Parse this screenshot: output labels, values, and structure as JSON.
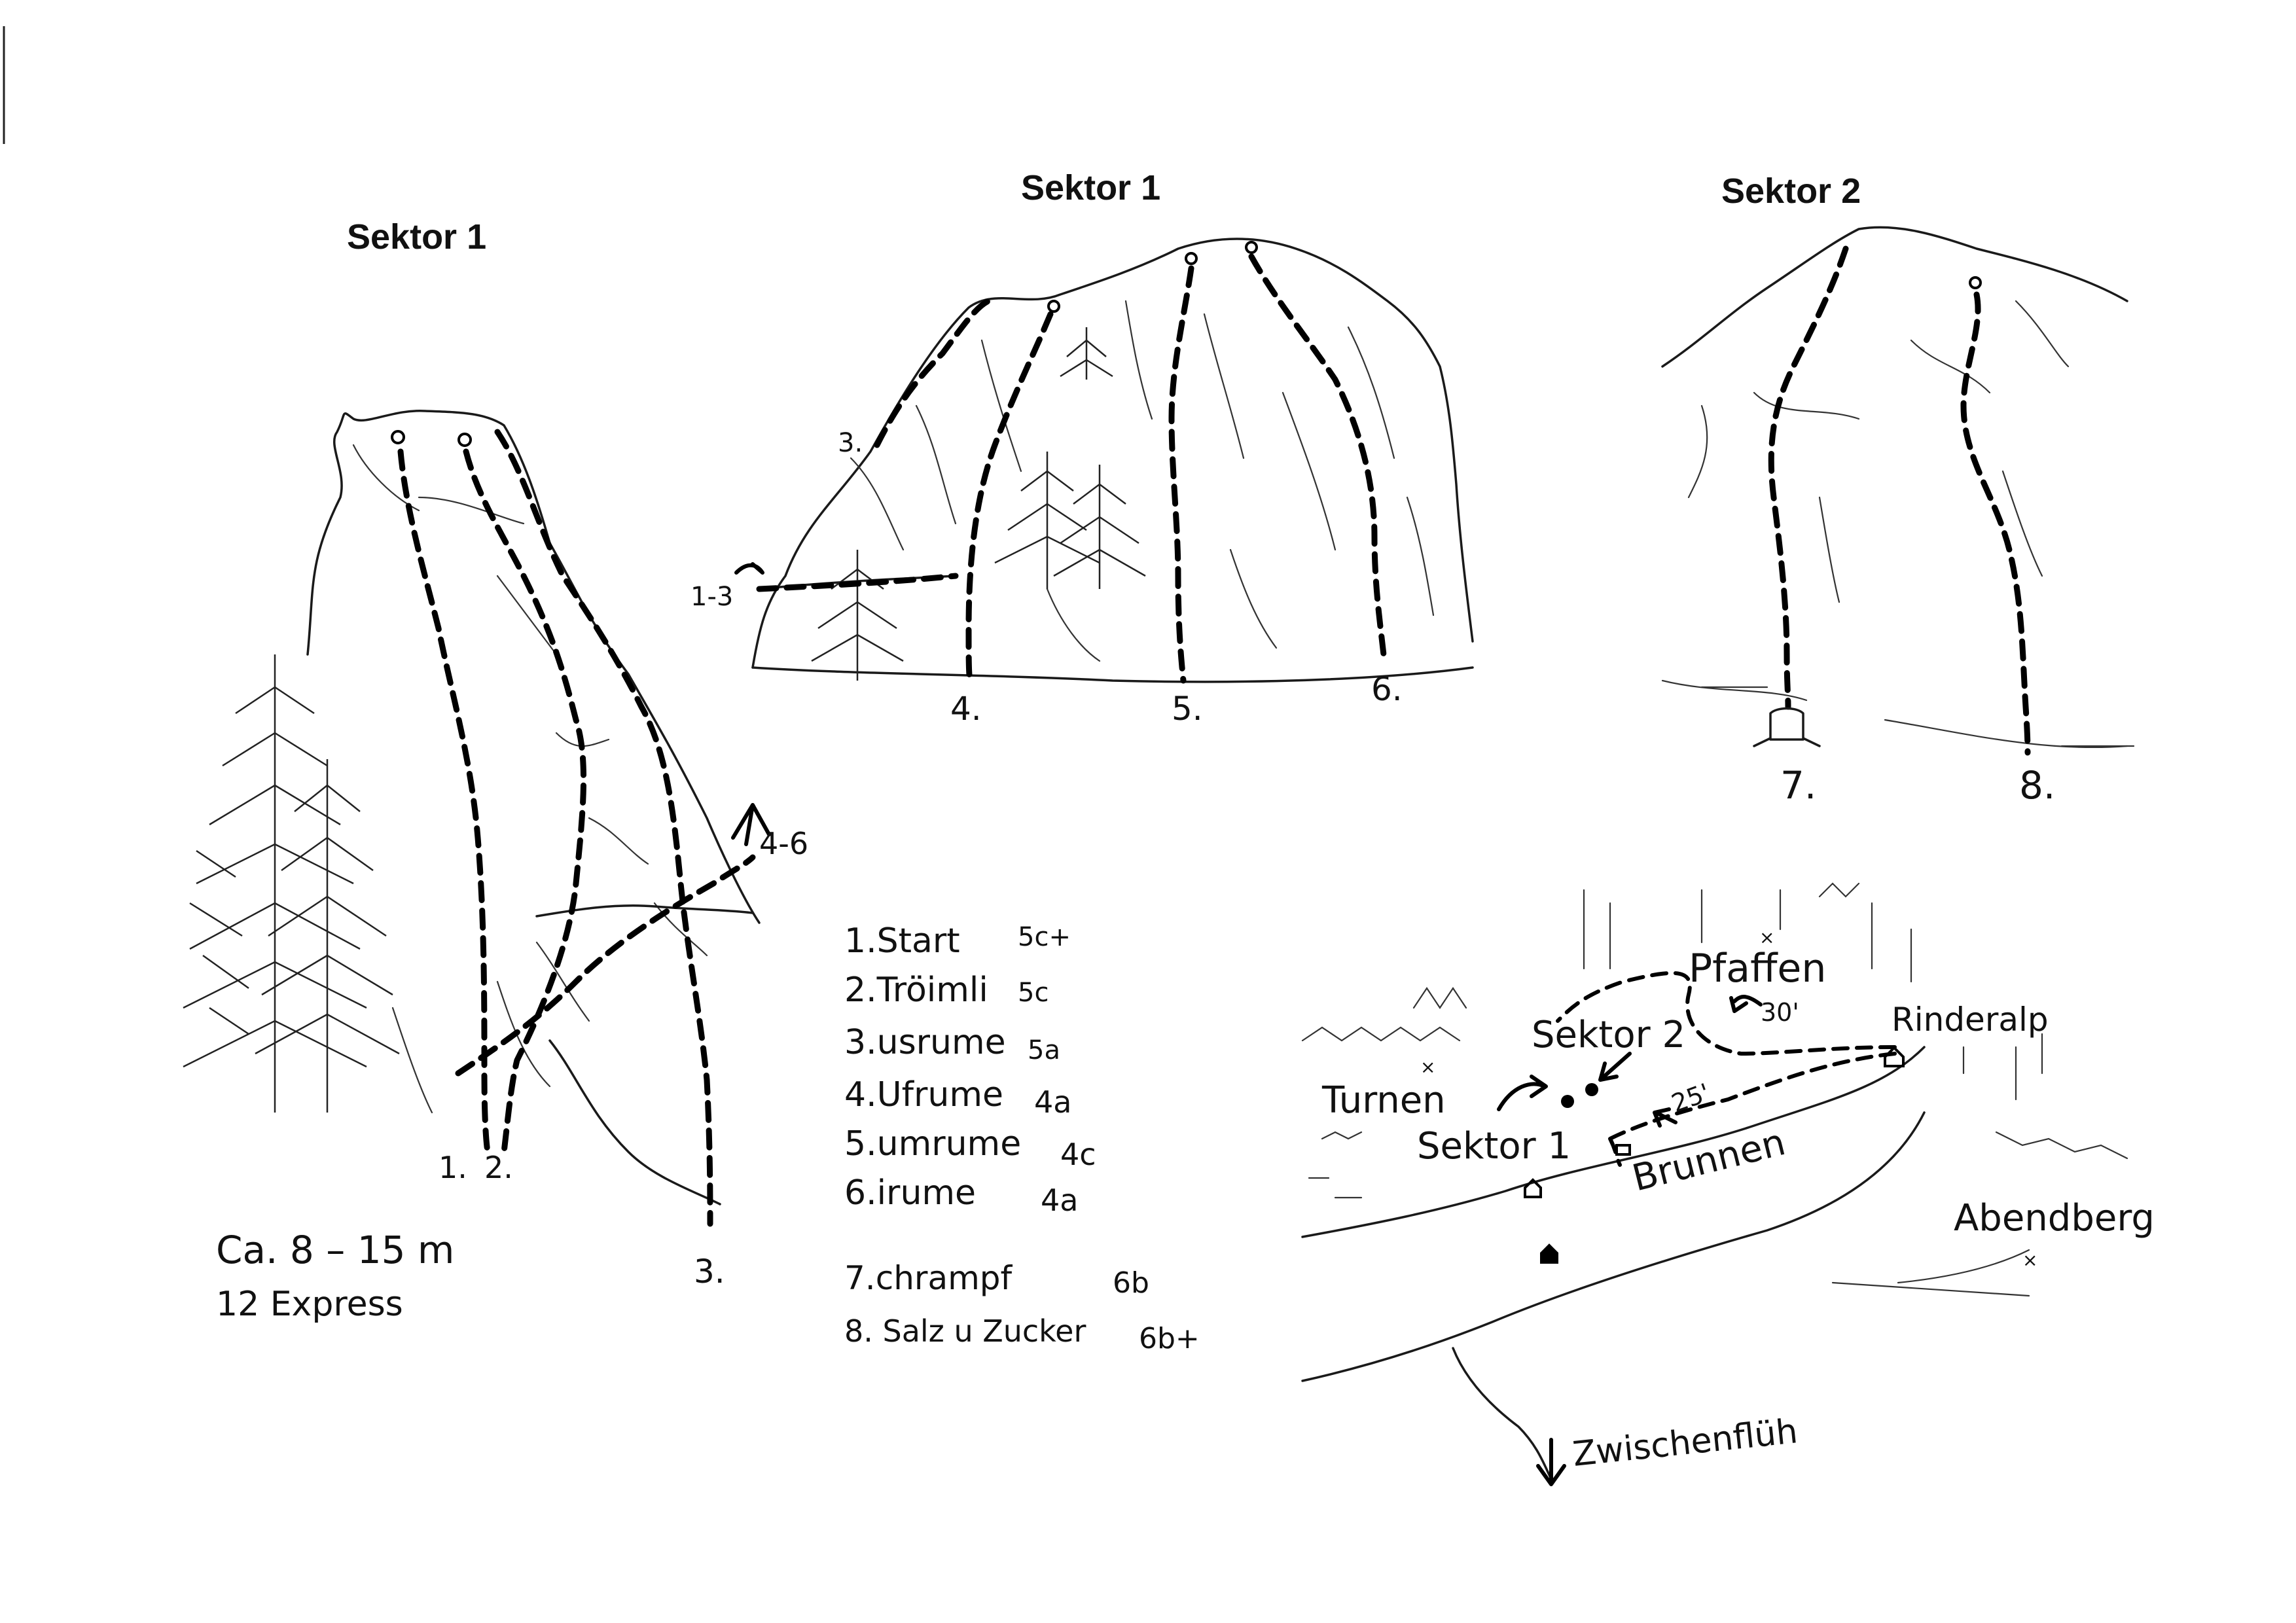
{
  "titles": {
    "sektor1_left": "Sektor 1",
    "sektor1_mid": "Sektor 1",
    "sektor2": "Sektor 2"
  },
  "topo_labels": {
    "left_route1": "1.",
    "left_route2": "2.",
    "left_route3": "3.",
    "left_traverse": "4-6",
    "mid_route3": "3.",
    "mid_traverse": "1-3",
    "mid_route4": "4.",
    "mid_route5": "5.",
    "mid_route6": "6.",
    "right_route7": "7.",
    "right_route8": "8."
  },
  "info": {
    "height": "Ca. 8 – 15 m",
    "express": "12 Express"
  },
  "routes_group1": [
    {
      "label": "1.Start",
      "grade": "5c+"
    },
    {
      "label": "2.Tröimli",
      "grade": "5c"
    },
    {
      "label": "3.usrume",
      "grade": "5a"
    },
    {
      "label": "4.Ufrume",
      "grade": "4a"
    },
    {
      "label": "5.umrume",
      "grade": "4c"
    },
    {
      "label": "6.irume",
      "grade": "4a"
    }
  ],
  "routes_group2": [
    {
      "label": "7.chrampf",
      "grade": "6b"
    },
    {
      "label": "8. Salz u Zucker",
      "grade": "6b+"
    }
  ],
  "map": {
    "turnen": "Turnen",
    "sektor1": "Sektor 1",
    "sektor2": "Sektor 2",
    "pfaffen": "Pfaffen",
    "rinderalp": "Rinderalp",
    "brunnen": "Brunnen",
    "abendberg": "Abendberg",
    "zwischenfluh": "Zwischenflüh",
    "time_30": "30'",
    "time_25": "25'"
  }
}
